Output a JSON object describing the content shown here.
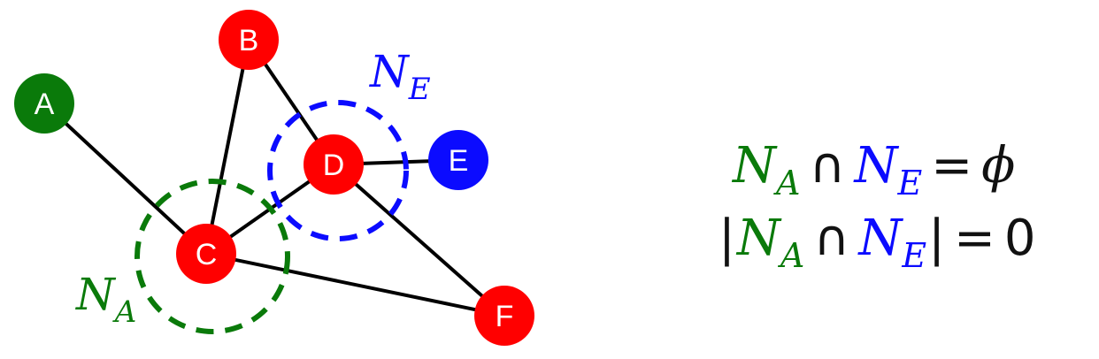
{
  "colors": {
    "green": "#0a7a0a",
    "red": "#ff0000",
    "blue": "#0b0bff",
    "edge": "#000000"
  },
  "nodes": [
    {
      "id": "A",
      "label": "A",
      "color": "green"
    },
    {
      "id": "B",
      "label": "B",
      "color": "red"
    },
    {
      "id": "C",
      "label": "C",
      "color": "red"
    },
    {
      "id": "D",
      "label": "D",
      "color": "red"
    },
    {
      "id": "E",
      "label": "E",
      "color": "blue"
    },
    {
      "id": "F",
      "label": "F",
      "color": "red"
    }
  ],
  "edges": [
    [
      "A",
      "C"
    ],
    [
      "B",
      "C"
    ],
    [
      "B",
      "D"
    ],
    [
      "C",
      "D"
    ],
    [
      "D",
      "E"
    ],
    [
      "C",
      "F"
    ],
    [
      "D",
      "F"
    ]
  ],
  "neighborhoods": [
    {
      "id": "NA",
      "main": "N",
      "sub": "A",
      "color": "green",
      "around": "C"
    },
    {
      "id": "NE",
      "main": "N",
      "sub": "E",
      "color": "blue",
      "around": "D"
    }
  ],
  "equations": {
    "line1": {
      "n": "N",
      "a": "A",
      "cap": "∩",
      "e": "E",
      "eq": "=",
      "rhs": "ϕ"
    },
    "line2": {
      "bar_open": "|",
      "n": "N",
      "a": "A",
      "cap": "∩",
      "e": "E",
      "bar_close": "|",
      "eq": "=",
      "rhs": "0"
    }
  }
}
